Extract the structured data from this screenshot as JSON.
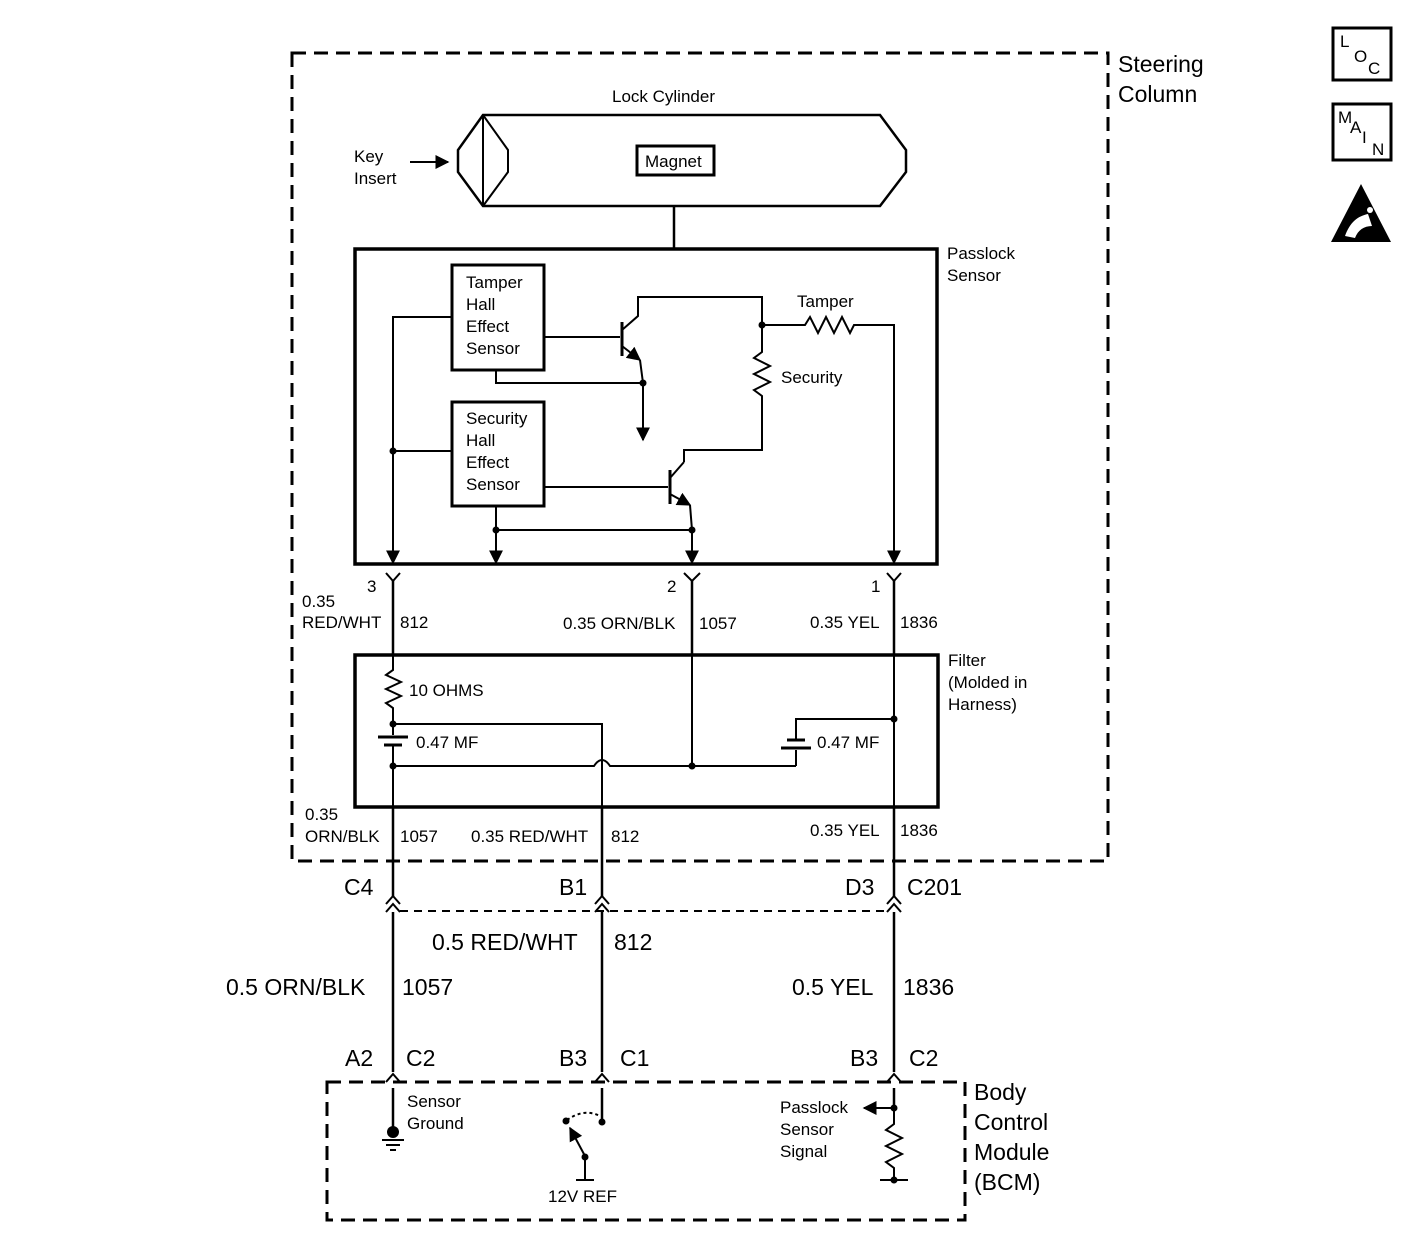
{
  "regions": {
    "steering_column": "Steering\nColumn",
    "bcm": "Body\nControl\nModule\n(BCM)"
  },
  "nav_icons": {
    "loc": [
      "L",
      "O",
      "C"
    ],
    "main": [
      "M",
      "A",
      "I",
      "N"
    ]
  },
  "lock_cylinder": {
    "title": "Lock Cylinder",
    "magnet": "Magnet",
    "key_insert": "Key\nInsert"
  },
  "passlock_sensor": {
    "label": "Passlock\nSensor",
    "tamper_hall": "Tamper\nHall\nEffect\nSensor",
    "security_hall": "Security\nHall\nEffect\nSensor",
    "tamper_resistor": "Tamper",
    "security_resistor": "Security",
    "pins": [
      "3",
      "2",
      "1"
    ]
  },
  "sensor_wires": {
    "red_wht_gauge": "0.35",
    "red_wht_color": "RED/WHT",
    "red_wht_circuit": "812",
    "orn_blk": "0.35 ORN/BLK",
    "orn_blk_circuit": "1057",
    "yel": "0.35 YEL",
    "yel_circuit": "1836"
  },
  "filter": {
    "label": "Filter\n(Molded in\nHarness)",
    "resistor": "10 OHMS",
    "cap_left": "0.47 MF",
    "cap_right": "0.47 MF"
  },
  "filter_out_wires": {
    "orn_blk_gauge": "0.35",
    "orn_blk_color": "ORN/BLK",
    "orn_blk_circuit": "1057",
    "red_wht": "0.35 RED/WHT",
    "red_wht_circuit": "812",
    "yel": "0.35 YEL",
    "yel_circuit": "1836"
  },
  "connector_c201": {
    "left": "C4",
    "middle": "B1",
    "right": "D3",
    "name": "C201"
  },
  "harness_wires": {
    "red_wht": "0.5 RED/WHT",
    "red_wht_circuit": "812",
    "orn_blk": "0.5 ORN/BLK",
    "orn_blk_circuit": "1057",
    "yel": "0.5 YEL",
    "yel_circuit": "1836"
  },
  "bcm_connectors": {
    "left_pin": "A2",
    "left_conn": "C2",
    "middle_pin": "B3",
    "middle_conn": "C1",
    "right_pin": "B3",
    "right_conn": "C2"
  },
  "bcm_internal": {
    "sensor_ground": "Sensor\nGround",
    "ref": "12V REF",
    "signal": "Passlock\nSensor\nSignal"
  }
}
